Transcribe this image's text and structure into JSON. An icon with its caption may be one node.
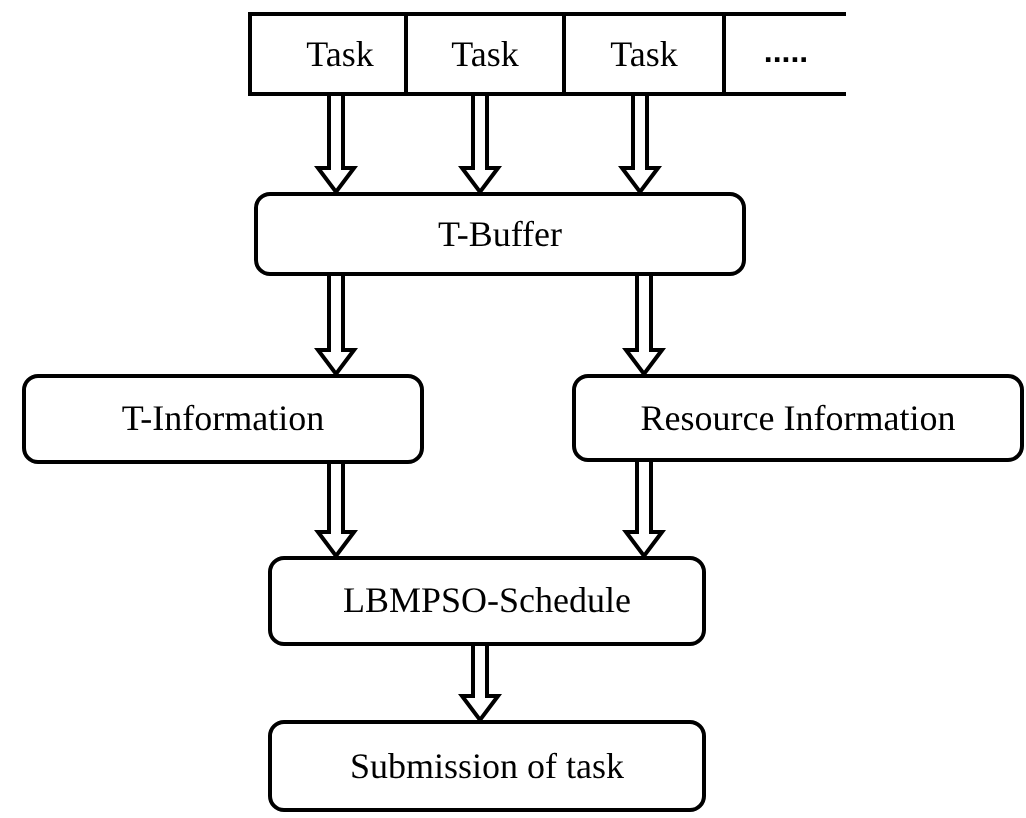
{
  "diagram": {
    "nodes": [
      {
        "text": [
          "Task"
        ]
      },
      {
        "text": [
          "Task"
        ]
      },
      {
        "text": [
          "Task"
        ]
      },
      {
        "text": [
          "....."
        ]
      },
      {
        "text": [
          "T-Buffer"
        ]
      },
      {
        "text": [
          "T-Information"
        ]
      },
      {
        "text": [
          "Resource Information"
        ]
      },
      {
        "text": [
          "LBMPSO-Schedule"
        ]
      },
      {
        "text": [
          "Submission of task"
        ]
      }
    ],
    "edges": [
      {
        "from": 0,
        "to": 4,
        "arrow": "to"
      },
      {
        "from": 1,
        "to": 4,
        "arrow": "to"
      },
      {
        "from": 2,
        "to": 4,
        "arrow": "to"
      },
      {
        "from": 4,
        "to": 5,
        "arrow": "to"
      },
      {
        "from": 4,
        "to": 6,
        "arrow": "to"
      },
      {
        "from": 5,
        "to": 7,
        "arrow": "to"
      },
      {
        "from": 6,
        "to": 7,
        "arrow": "to"
      },
      {
        "from": 7,
        "to": 8,
        "arrow": "to"
      }
    ]
  }
}
